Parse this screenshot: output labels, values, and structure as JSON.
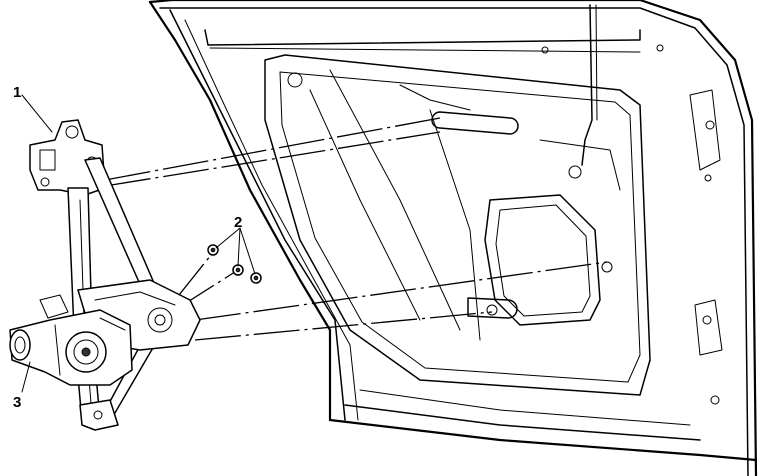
{
  "callouts": [
    {
      "id": "1",
      "label": "1"
    },
    {
      "id": "2",
      "label": "2"
    },
    {
      "id": "3",
      "label": "3"
    }
  ],
  "icons": [
    "window-regulator-icon",
    "bolt-icon",
    "motor-icon",
    "door-frame-icon"
  ]
}
